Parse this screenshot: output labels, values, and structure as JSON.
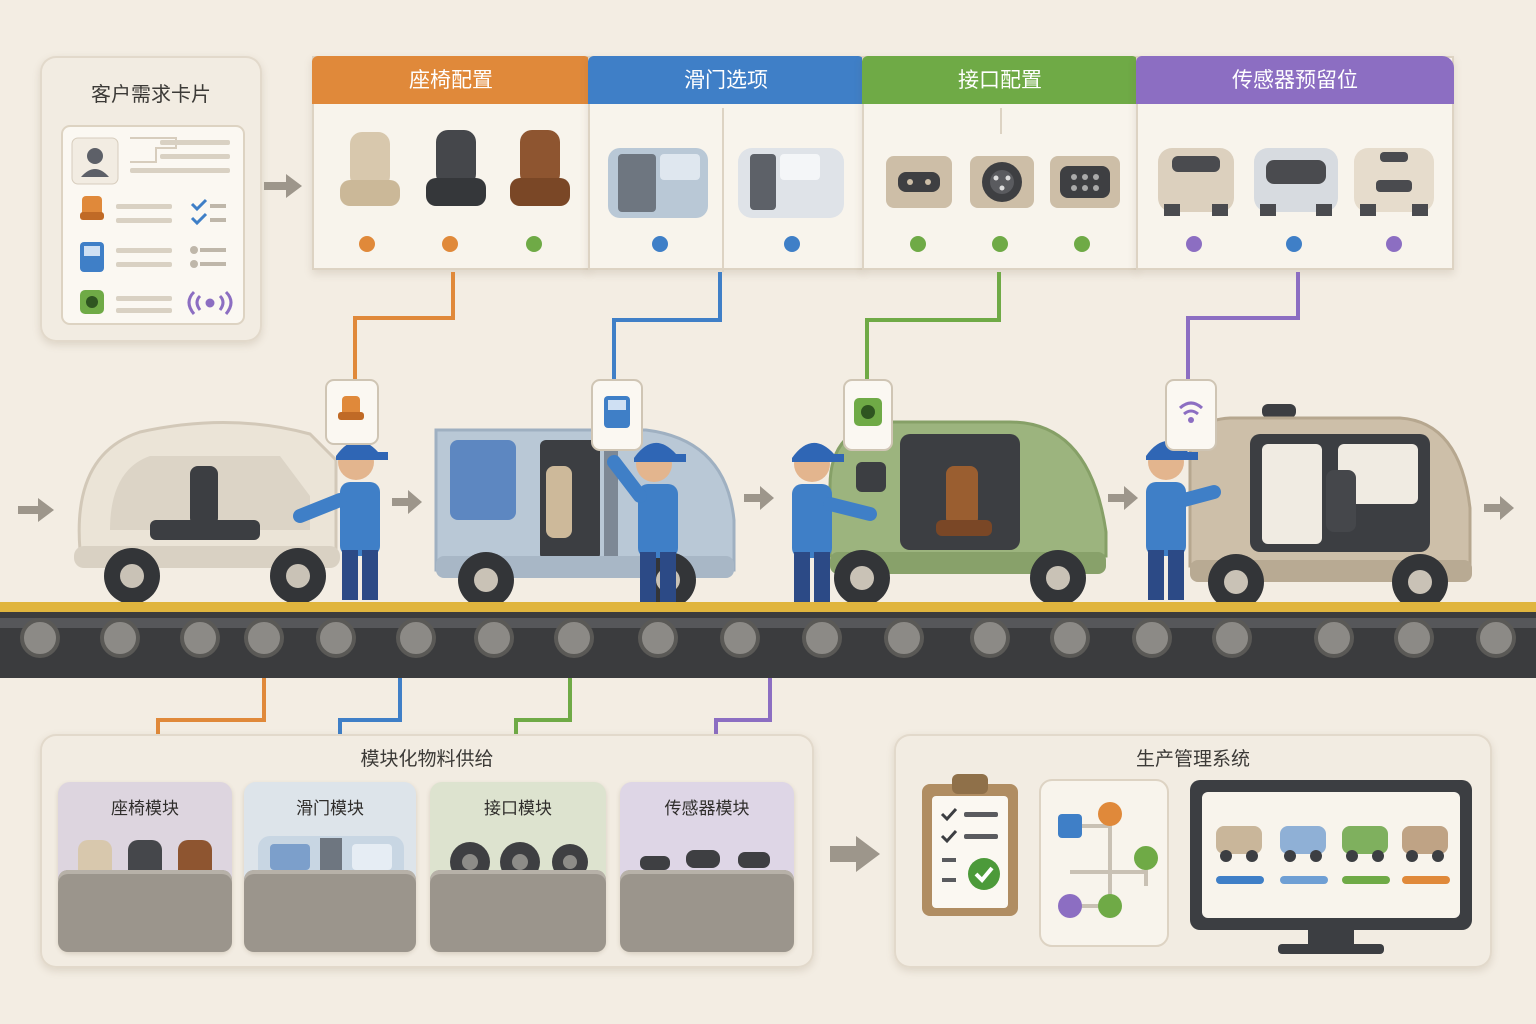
{
  "customer_card": {
    "title": "客户需求卡片"
  },
  "option_panels": [
    {
      "title": "座椅配置",
      "color": "#e0893a"
    },
    {
      "title": "滑门选项",
      "color": "#3f7fc7"
    },
    {
      "title": "接口配置",
      "color": "#6faa46"
    },
    {
      "title": "传感器预留位",
      "color": "#8c6ec2"
    }
  ],
  "supply": {
    "title": "模块化物料供给",
    "modules": [
      {
        "label": "座椅模块"
      },
      {
        "label": "滑门模块"
      },
      {
        "label": "接口模块"
      },
      {
        "label": "传感器模块"
      }
    ]
  },
  "management": {
    "title": "生产管理系统"
  }
}
